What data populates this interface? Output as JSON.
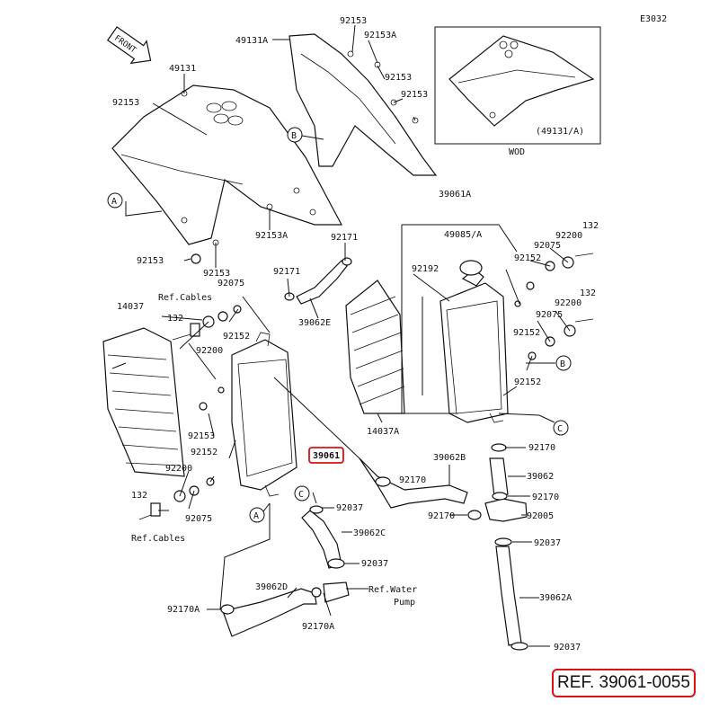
{
  "diagram_code": "E3032",
  "front_label": "FRONT",
  "inset": {
    "label": "WOD",
    "ref": "(49131/A)"
  },
  "highlight_part": "39061",
  "ref_label": "REF. 39061-0055",
  "callout_letters": {
    "a": "A",
    "b": "B",
    "c": "C"
  },
  "labels": [
    {
      "id": "p49131A",
      "text": "49131A"
    },
    {
      "id": "p92153_1",
      "text": "92153"
    },
    {
      "id": "p92153A_1",
      "text": "92153A"
    },
    {
      "id": "p92153_2",
      "text": "92153"
    },
    {
      "id": "p92153_3",
      "text": "92153"
    },
    {
      "id": "p92153_4",
      "text": "92153"
    },
    {
      "id": "p49131",
      "text": "49131"
    },
    {
      "id": "p92153_5",
      "text": "92153"
    },
    {
      "id": "p92153A_2",
      "text": "92153A"
    },
    {
      "id": "p92153_6",
      "text": "92153"
    },
    {
      "id": "p39061A",
      "text": "39061A"
    },
    {
      "id": "p92171_1",
      "text": "92171"
    },
    {
      "id": "p49085A",
      "text": "49085/A"
    },
    {
      "id": "p132_1",
      "text": "132"
    },
    {
      "id": "p92200_1",
      "text": "92200"
    },
    {
      "id": "p92075_1",
      "text": "92075"
    },
    {
      "id": "p92152_1",
      "text": "92152"
    },
    {
      "id": "p92171_2",
      "text": "92171"
    },
    {
      "id": "p92192",
      "text": "92192"
    },
    {
      "id": "p92075_2",
      "text": "92075"
    },
    {
      "id": "pRefCables1",
      "text": "Ref.Cables"
    },
    {
      "id": "p14037",
      "text": "14037"
    },
    {
      "id": "p39062E",
      "text": "39062E"
    },
    {
      "id": "p132_2",
      "text": "132"
    },
    {
      "id": "p92200_2",
      "text": "92200"
    },
    {
      "id": "p132_3",
      "text": "132"
    },
    {
      "id": "p92152_2",
      "text": "92152"
    },
    {
      "id": "p92075_3",
      "text": "92075"
    },
    {
      "id": "p92200_3",
      "text": "92200"
    },
    {
      "id": "p92153_7",
      "text": "92153"
    },
    {
      "id": "p92152_3",
      "text": "92152"
    },
    {
      "id": "p92152_4",
      "text": "92152"
    },
    {
      "id": "p14037A",
      "text": "14037A"
    },
    {
      "id": "p92153_8",
      "text": "92153"
    },
    {
      "id": "p92152_5",
      "text": "92152"
    },
    {
      "id": "p92170_1",
      "text": "92170"
    },
    {
      "id": "p39062B",
      "text": "39062B"
    },
    {
      "id": "p92170_2",
      "text": "92170"
    },
    {
      "id": "p39062",
      "text": "39062"
    },
    {
      "id": "p92200_4",
      "text": "92200"
    },
    {
      "id": "p92170_3",
      "text": "92170"
    },
    {
      "id": "p132_4",
      "text": "132"
    },
    {
      "id": "p92075_4",
      "text": "92075"
    },
    {
      "id": "p92037_1",
      "text": "92037"
    },
    {
      "id": "p92170_4",
      "text": "92170"
    },
    {
      "id": "p92005",
      "text": "92005"
    },
    {
      "id": "pRefCables2",
      "text": "Ref.Cables"
    },
    {
      "id": "p39062C",
      "text": "39062C"
    },
    {
      "id": "p92037_2",
      "text": "92037"
    },
    {
      "id": "p92037_3",
      "text": "92037"
    },
    {
      "id": "p39062D",
      "text": "39062D"
    },
    {
      "id": "pRefWater",
      "text": "Ref.Water"
    },
    {
      "id": "pPump",
      "text": "Pump"
    },
    {
      "id": "p39062A",
      "text": "39062A"
    },
    {
      "id": "p92170A_1",
      "text": "92170A"
    },
    {
      "id": "p92170A_2",
      "text": "92170A"
    },
    {
      "id": "p92037_4",
      "text": "92037"
    }
  ]
}
